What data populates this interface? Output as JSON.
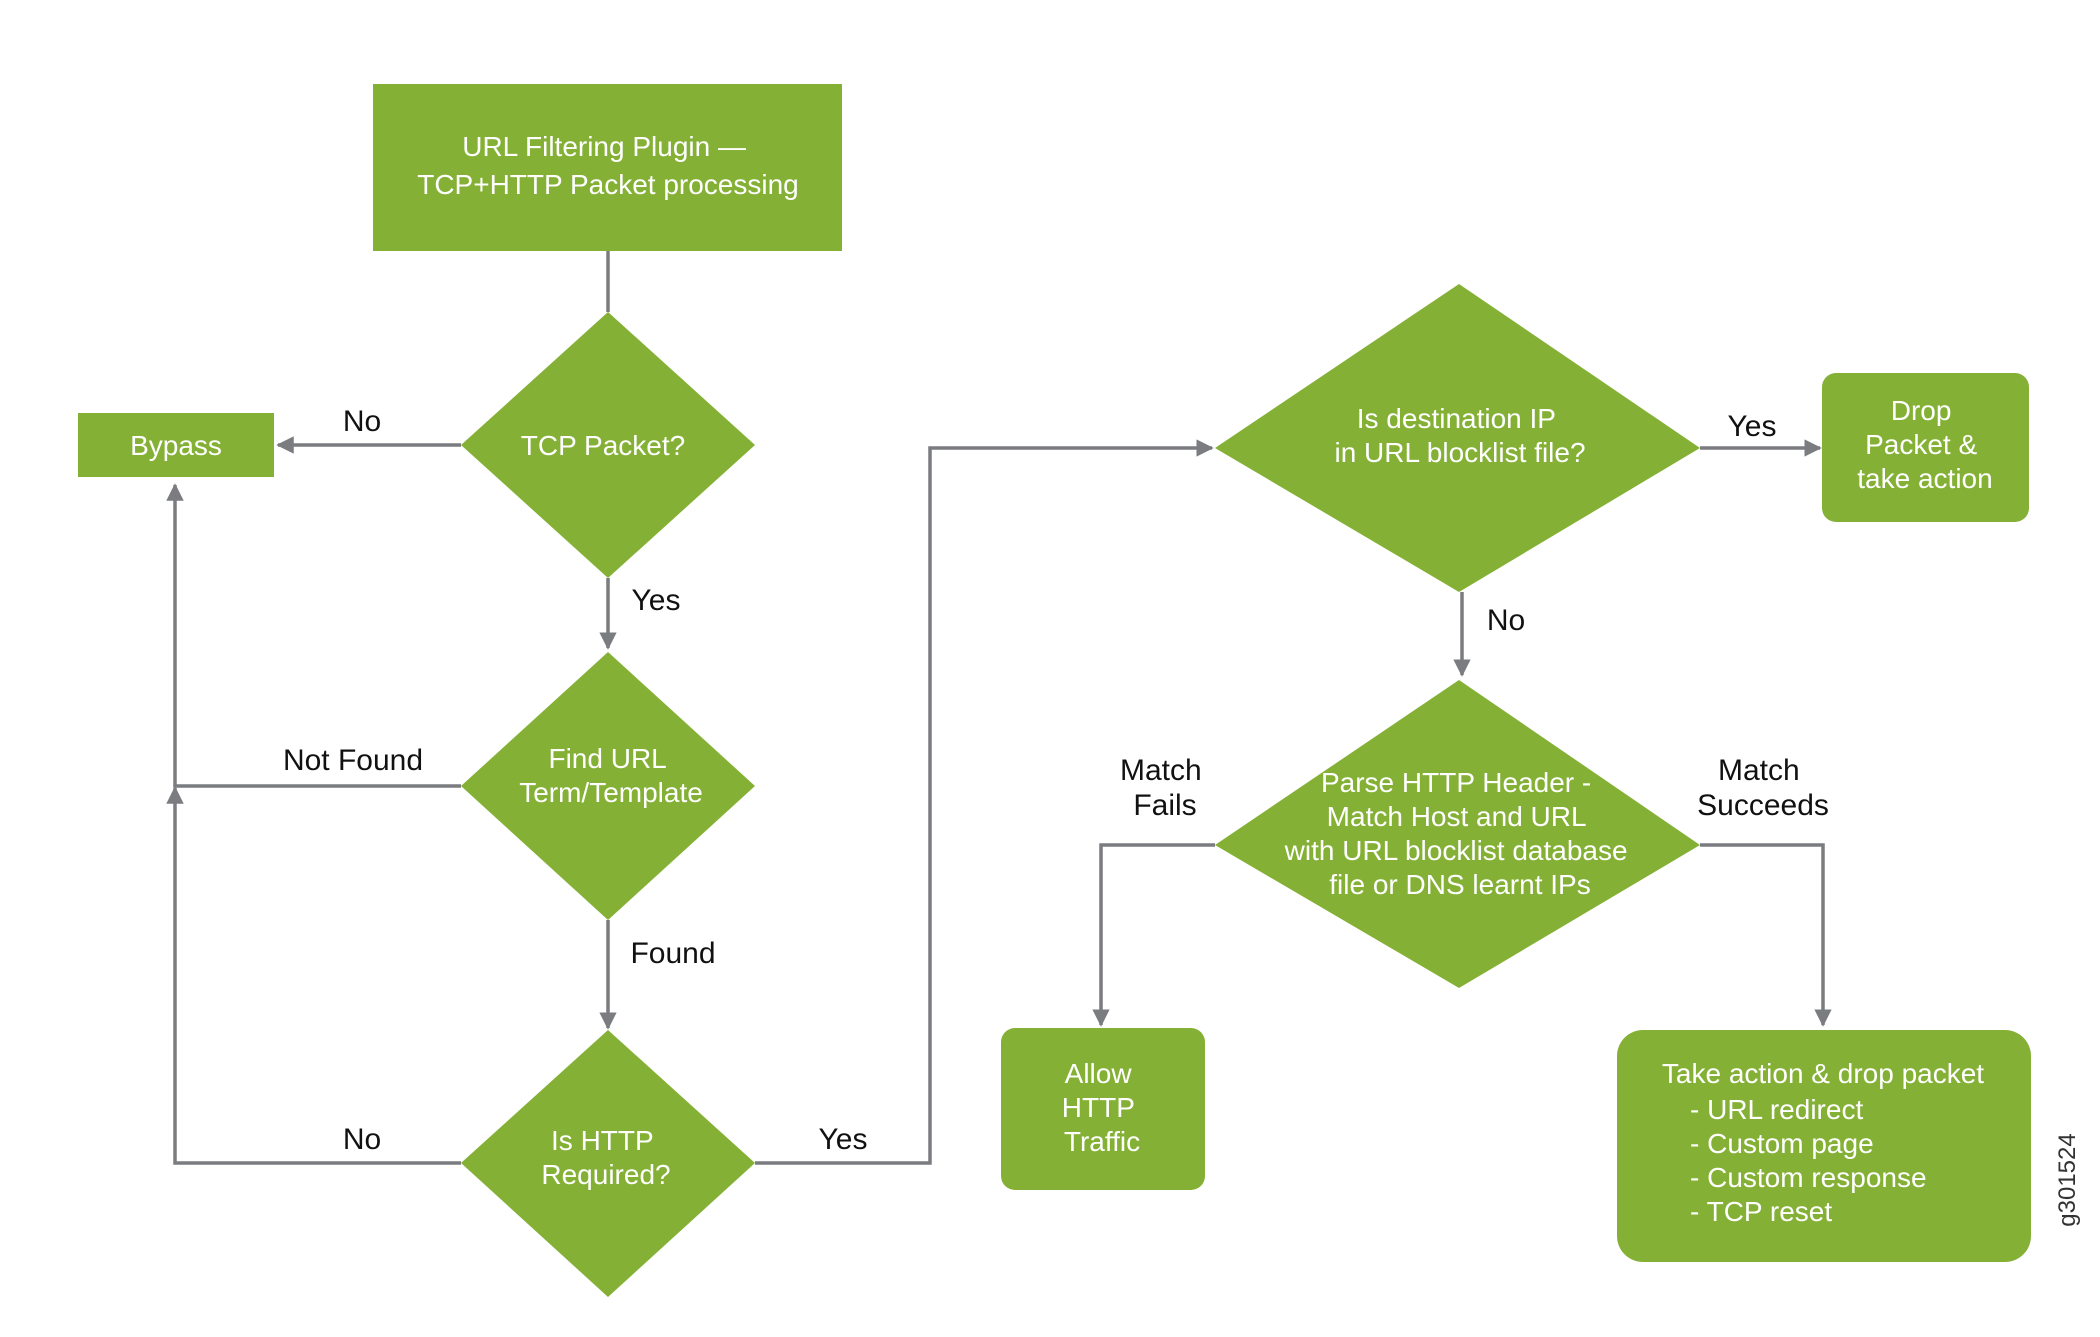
{
  "colors": {
    "node_fill": "#84b135",
    "edge": "#7a7c80",
    "node_text": "#ffffff",
    "label_text": "#111111"
  },
  "nodes": {
    "start": {
      "lines": [
        "URL Filtering Plugin —",
        "TCP+HTTP Packet processing"
      ]
    },
    "bypass": {
      "lines": [
        "Bypass"
      ]
    },
    "tcp": {
      "lines": [
        "TCP Packet?"
      ]
    },
    "find_url": {
      "lines": [
        "Find URL",
        "Term/Template"
      ]
    },
    "http_req": {
      "lines": [
        "Is HTTP",
        "Required?"
      ]
    },
    "dest_ip": {
      "lines": [
        "Is destination IP",
        "in URL blocklist file?"
      ]
    },
    "drop": {
      "lines": [
        "Drop",
        "Packet &",
        "take action"
      ]
    },
    "parse": {
      "lines": [
        "Parse HTTP Header -",
        "Match Host and URL",
        "with URL blocklist database",
        "file or DNS learnt IPs"
      ]
    },
    "allow": {
      "lines": [
        "Allow",
        "HTTP",
        "Traffic"
      ]
    },
    "take_action": {
      "lines": [
        "Take action & drop packet",
        "  - URL redirect",
        "  - Custom page",
        "  - Custom response",
        "  - TCP reset"
      ]
    }
  },
  "edge_labels": {
    "tcp_no": "No",
    "tcp_yes": "Yes",
    "not_found": "Not Found",
    "found": "Found",
    "http_no": "No",
    "http_yes": "Yes",
    "dest_yes": "Yes",
    "dest_no": "No",
    "match_fails": [
      "Match",
      "Fails"
    ],
    "match_succeeds": [
      "Match",
      "Succeeds"
    ]
  },
  "figure_id": "g301524"
}
